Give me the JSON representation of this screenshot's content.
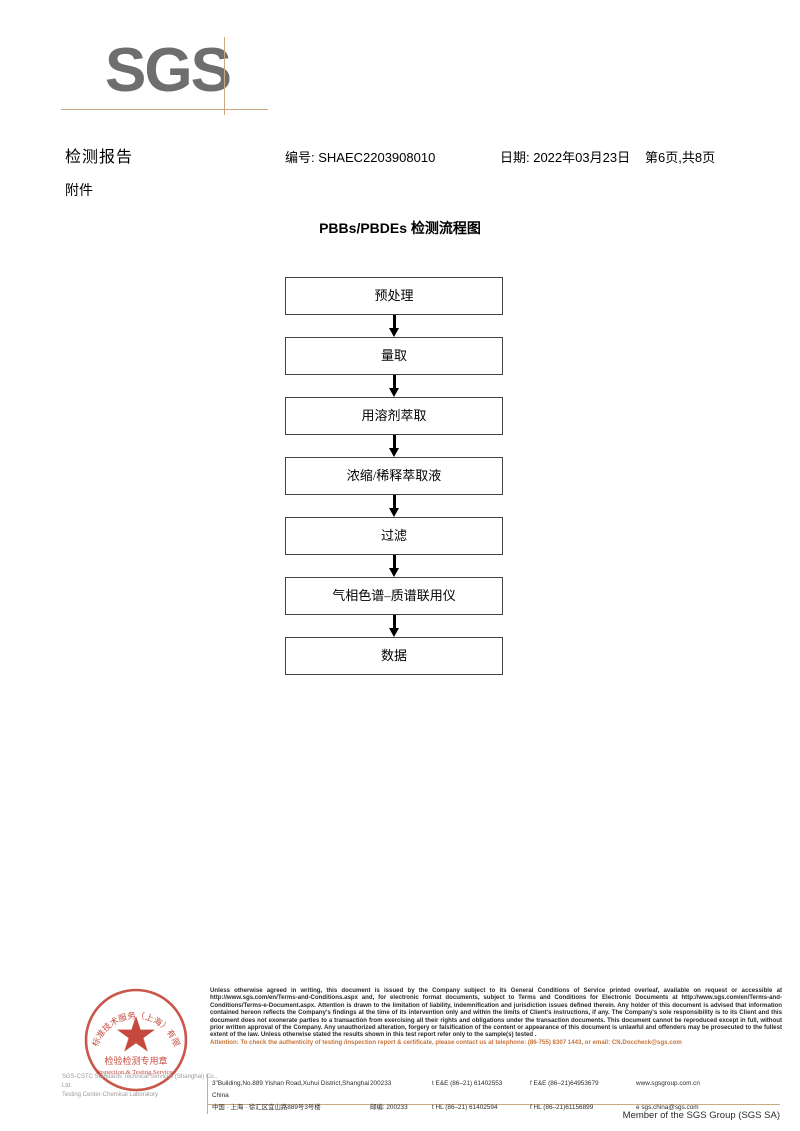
{
  "logo": {
    "text": "SGS"
  },
  "header": {
    "report_title": "检测报告",
    "attachment_label": "附件",
    "report_no": "编号: SHAEC2203908010",
    "date": "日期: 2022年03月23日",
    "page": "第6页,共8页"
  },
  "flowchart": {
    "title": "PBBs/PBDEs 检测流程图",
    "nodes": [
      {
        "label": "预处理"
      },
      {
        "label": "量取"
      },
      {
        "label": "用溶剂萃取"
      },
      {
        "label": "浓缩/稀释萃取液"
      },
      {
        "label": "过滤"
      },
      {
        "label": "气相色谱–质谱联用仪"
      },
      {
        "label": "数据"
      }
    ]
  },
  "stamp": {
    "outer_text": "上海标准技术服务（上海）有限公司",
    "center_text_cn": "检验检测专用章",
    "center_text_en": "Inspection & Testing Services",
    "color": "#c0392b"
  },
  "stamp_company": {
    "line1": "SGS-CSTC Standards Technical Services (Shanghai) Co., Ltd.",
    "line2": "Testing Center-Chemical Laboratory"
  },
  "footer": {
    "legal": {
      "p1": "Unless otherwise agreed in writing, this document is issued by the Company subject to its General Conditions of Service printed overleaf, available on request or accessible at http://www.sgs.com/en/Terms-and-Conditions.aspx and, for electronic format documents, subject to Terms and Conditions for Electronic Documents at http://www.sgs.com/en/Terms-and-Conditions/Terms-e-Document.aspx. Attention is drawn to the limitation of liability, indemnification and jurisdiction issues defined therein. Any holder of this document is advised that information contained hereon reflects the Company's findings at the time of its intervention only and within the limits of Client's instructions, if any. The Company's sole responsibility is to its Client and this document does not exonerate parties to a transaction from exercising all their rights and obligations under the transaction documents. This document cannot be reproduced except in full, without prior written approval of the Company. Any unauthorized alteration, forgery or falsification of the content or appearance of this document is unlawful and offenders may be prosecuted to the fullest extent of the law. Unless otherwise stated the results shown in this test report refer only to the sample(s) tested .",
      "attention": "Attention: To check the authenticity of testing /inspection report & certificate, please contact us at telephone: (86-755) 8307 1443, or email: CN.Doccheck@sgs.com"
    },
    "address": {
      "row1": {
        "street": "3\"Building,No.889 Yishan Road,Xuhui District,Shanghai China",
        "zip": "200233",
        "tel": "t E&E (86–21) 61402553",
        "fax": "f E&E (86–21)64953679",
        "web": "www.sgsgroup.com.cn"
      },
      "row2": {
        "street": "中国 · 上海 · 徐汇区宜山路889号3号楼",
        "zip": "邮编: 200233",
        "tel": "t HL (86–21) 61402594",
        "fax": "f HL (86–21)61156899",
        "web": "e  sgs.china@sgs.com"
      }
    },
    "member": "Member of the SGS Group (SGS SA)"
  }
}
